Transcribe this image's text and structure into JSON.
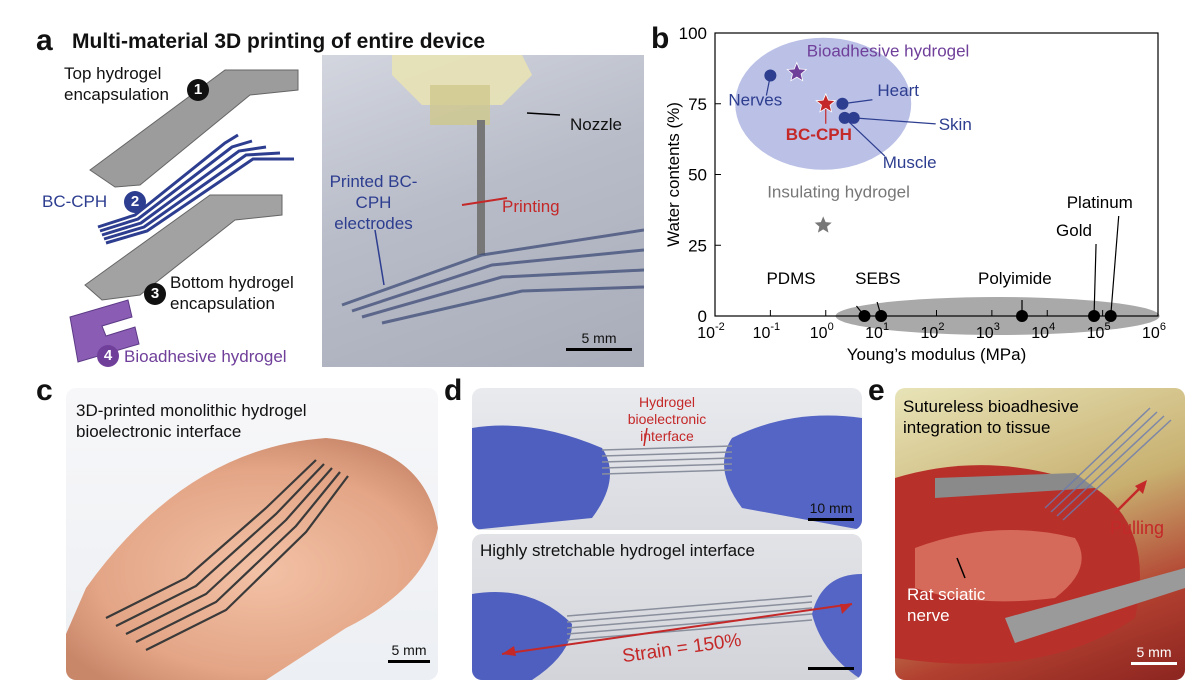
{
  "panels": {
    "a": {
      "letter": "a",
      "title": "Multi-material 3D printing of entire device",
      "labels": {
        "top_encap": "Top hydrogel encapsulation",
        "bccph": "BC-CPH",
        "bottom_encap": "Bottom hydrogel encapsulation",
        "bioadhesive": "Bioadhesive hydrogel",
        "nozzle": "Nozzle",
        "printing": "Printing",
        "printed": "Printed BC-CPH electrodes",
        "scale": "5 mm"
      },
      "layer_numbers": [
        "1",
        "2",
        "3",
        "4"
      ]
    },
    "c": {
      "letter": "c",
      "caption": "3D-printed monolithic hydrogel bioelectronic interface",
      "scale": "5 mm"
    },
    "d": {
      "letter": "d",
      "top_caption": "Hydrogel bioelectronic interface",
      "top_scale": "10 mm",
      "bottom_caption": "Highly stretchable hydrogel interface",
      "strain": "Strain = 150%"
    },
    "e": {
      "letter": "e",
      "caption": "Sutureless bioadhesive integration to tissue",
      "pulling": "Pulling",
      "nerve": "Rat sciatic nerve",
      "scale": "5 mm"
    }
  },
  "chart_data": {
    "type": "scatter",
    "panel_letter": "b",
    "xlabel": "Young’s modulus (MPa)",
    "ylabel": "Water contents (%)",
    "x_scale": "log",
    "xlim": [
      0.01,
      1000000
    ],
    "ylim": [
      0,
      100
    ],
    "x_ticks": [
      0.01,
      0.1,
      1,
      10,
      100,
      1000,
      10000,
      100000,
      1000000
    ],
    "x_tick_labels": [
      {
        "base": "10",
        "exp": "-2"
      },
      {
        "base": "10",
        "exp": "-1"
      },
      {
        "base": "10",
        "exp": "0"
      },
      {
        "base": "10",
        "exp": "1"
      },
      {
        "base": "10",
        "exp": "2"
      },
      {
        "base": "10",
        "exp": "3"
      },
      {
        "base": "10",
        "exp": "4"
      },
      {
        "base": "10",
        "exp": "5"
      },
      {
        "base": "10",
        "exp": "6"
      }
    ],
    "y_ticks": [
      0,
      25,
      50,
      75,
      100
    ],
    "grid": false,
    "points": [
      {
        "label": "Nerves",
        "x": 0.1,
        "y": 85,
        "marker": "circle",
        "color": "#2d3d8f"
      },
      {
        "label": "Bioadhesive hydrogel",
        "x": 0.3,
        "y": 86,
        "marker": "star",
        "color": "#6f3f9a"
      },
      {
        "label": "BC-CPH",
        "x": 1.0,
        "y": 75,
        "marker": "star",
        "color": "#c42828"
      },
      {
        "label": "Heart",
        "x": 2.0,
        "y": 75,
        "marker": "circle",
        "color": "#2d3d8f"
      },
      {
        "label": "Muscle",
        "x": 2.2,
        "y": 70,
        "marker": "circle",
        "color": "#2d3d8f"
      },
      {
        "label": "Skin",
        "x": 3.2,
        "y": 70,
        "marker": "circle",
        "color": "#2d3d8f"
      },
      {
        "label": "Insulating hydrogel",
        "x": 0.9,
        "y": 32,
        "marker": "star",
        "color": "#777777"
      },
      {
        "label": "PDMS",
        "x": 5,
        "y": 0,
        "marker": "circle",
        "color": "#000000"
      },
      {
        "label": "SEBS",
        "x": 10,
        "y": 0,
        "marker": "circle",
        "color": "#000000"
      },
      {
        "label": "Polyimide",
        "x": 3500,
        "y": 0,
        "marker": "circle",
        "color": "#000000"
      },
      {
        "label": "Gold",
        "x": 70000,
        "y": 0,
        "marker": "circle",
        "color": "#000000"
      },
      {
        "label": "Platinum",
        "x": 140000,
        "y": 0,
        "marker": "circle",
        "color": "#000000"
      }
    ]
  }
}
